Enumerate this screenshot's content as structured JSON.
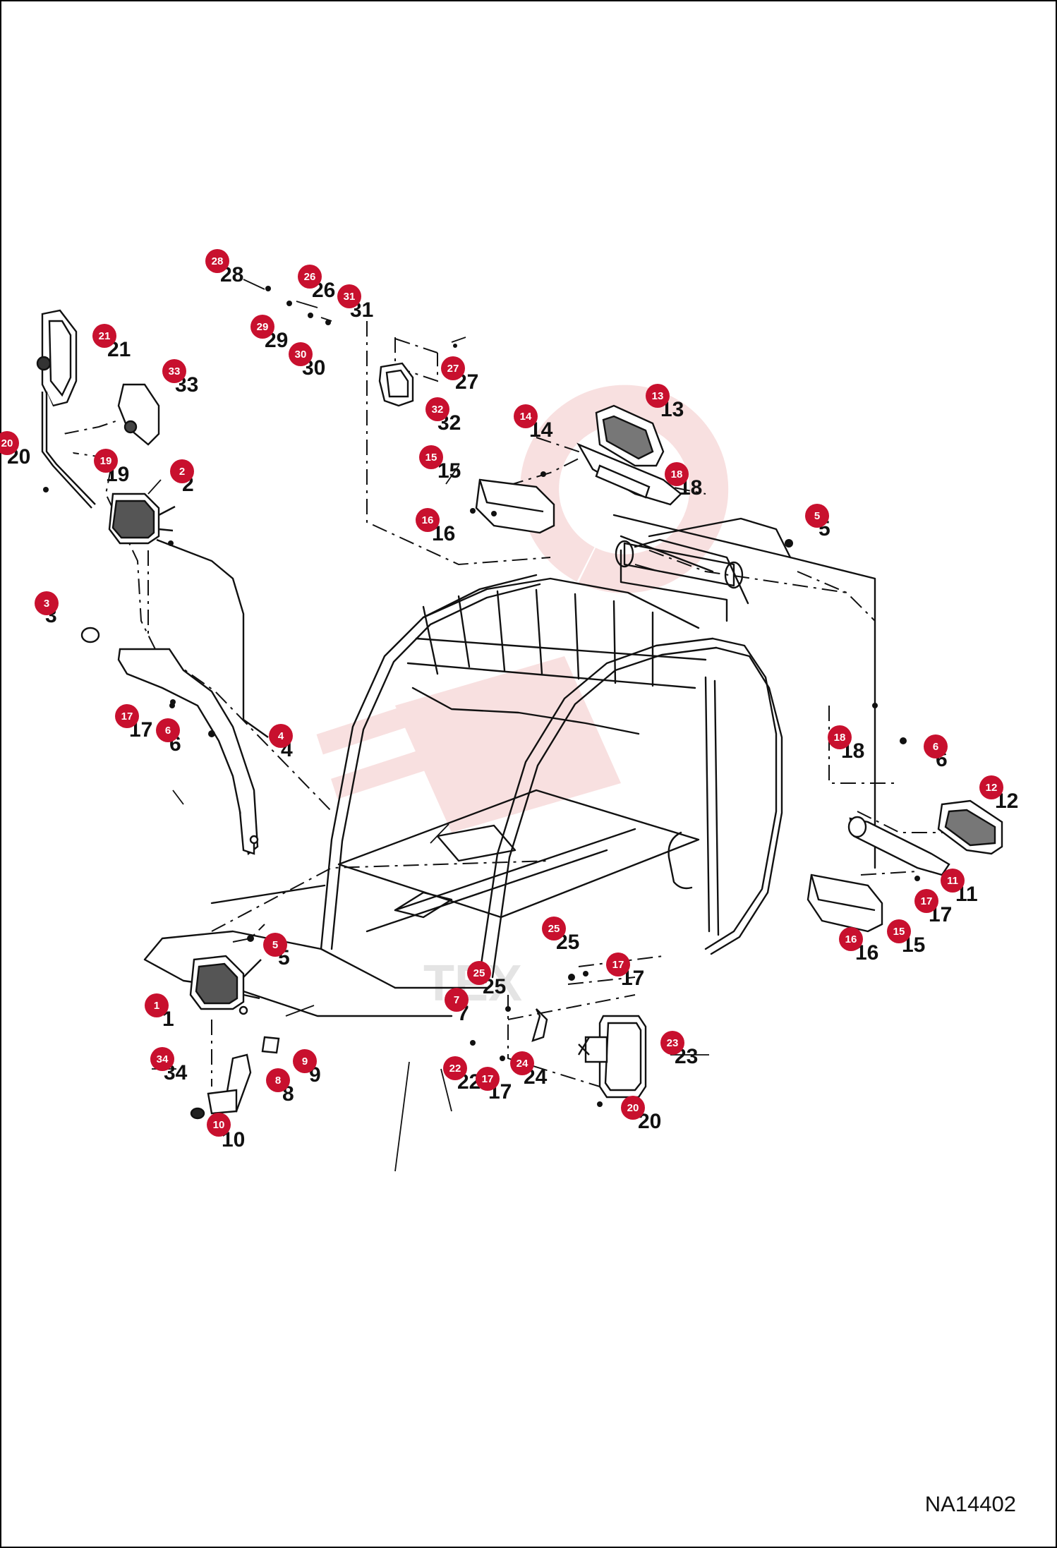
{
  "drawing_code": "NA14402",
  "watermark": "TEX",
  "colors": {
    "callout": "#c8102e",
    "line": "#111111",
    "watermark": "#f3c6c6",
    "border": "#000000"
  },
  "callouts": [
    {
      "label": "1"
    },
    {
      "label": "2"
    },
    {
      "label": "3"
    },
    {
      "label": "4"
    },
    {
      "label": "5"
    },
    {
      "label": "5"
    },
    {
      "label": "5"
    },
    {
      "label": "6"
    },
    {
      "label": "6"
    },
    {
      "label": "7"
    },
    {
      "label": "8"
    },
    {
      "label": "9"
    },
    {
      "label": "10"
    },
    {
      "label": "11"
    },
    {
      "label": "12"
    },
    {
      "label": "13"
    },
    {
      "label": "14"
    },
    {
      "label": "15"
    },
    {
      "label": "15"
    },
    {
      "label": "16"
    },
    {
      "label": "16"
    },
    {
      "label": "17"
    },
    {
      "label": "17"
    },
    {
      "label": "17"
    },
    {
      "label": "17"
    },
    {
      "label": "17"
    },
    {
      "label": "18"
    },
    {
      "label": "18"
    },
    {
      "label": "19"
    },
    {
      "label": "20"
    },
    {
      "label": "20"
    },
    {
      "label": "21"
    },
    {
      "label": "22"
    },
    {
      "label": "23"
    },
    {
      "label": "24"
    },
    {
      "label": "25"
    },
    {
      "label": "25"
    },
    {
      "label": "26"
    },
    {
      "label": "27"
    },
    {
      "label": "28"
    },
    {
      "label": "29"
    },
    {
      "label": "30"
    },
    {
      "label": "31"
    },
    {
      "label": "32"
    },
    {
      "label": "33"
    },
    {
      "label": "34"
    }
  ]
}
